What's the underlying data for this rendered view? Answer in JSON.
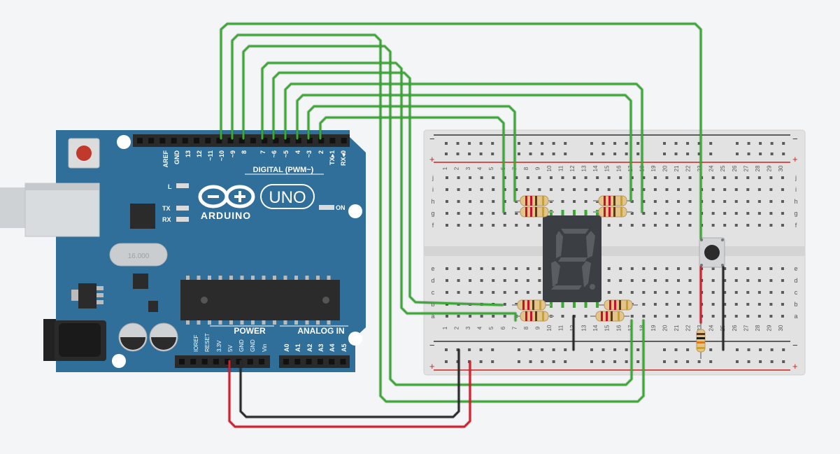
{
  "board": {
    "brand": "ARDUINO",
    "model": "UNO",
    "digital_title": "DIGITAL (PWM~)",
    "power_title": "POWER",
    "analog_title": "ANALOG IN",
    "on_label": "ON",
    "led_l": "L",
    "led_tx": "TX",
    "led_rx": "RX",
    "crystal": "16.000",
    "digital_pins": [
      "AREF",
      "GND",
      "13",
      "12",
      "~11",
      "~10",
      "~9",
      "8",
      "7",
      "~6",
      "~5",
      "4",
      "~3",
      "2",
      "TX▸1",
      "RX◂0"
    ],
    "power_pins": [
      "IOREF",
      "RESET",
      "3.3V",
      "5V",
      "GND",
      "GND",
      "Vin"
    ],
    "analog_pins": [
      "A0",
      "A1",
      "A2",
      "A3",
      "A4",
      "A5"
    ]
  },
  "breadboard": {
    "columns": [
      "1",
      "2",
      "3",
      "4",
      "5",
      "6",
      "7",
      "8",
      "9",
      "10",
      "11",
      "12",
      "13",
      "14",
      "15",
      "16",
      "17",
      "18",
      "19",
      "20",
      "21",
      "22",
      "23",
      "24",
      "25",
      "26",
      "27",
      "28",
      "29",
      "30"
    ],
    "rows_top": [
      "j",
      "i",
      "h",
      "g",
      "f"
    ],
    "rows_bottom": [
      "e",
      "d",
      "c",
      "b",
      "a"
    ],
    "rail_minus": "−",
    "rail_plus": "+"
  },
  "colors": {
    "board_blue": "#2f6f9a",
    "wire_green": "#3aaa35",
    "wire_red": "#d3202f",
    "wire_black": "#2a2a2a",
    "segment_off": "#5a5d62",
    "display_body": "#3b3e43"
  }
}
